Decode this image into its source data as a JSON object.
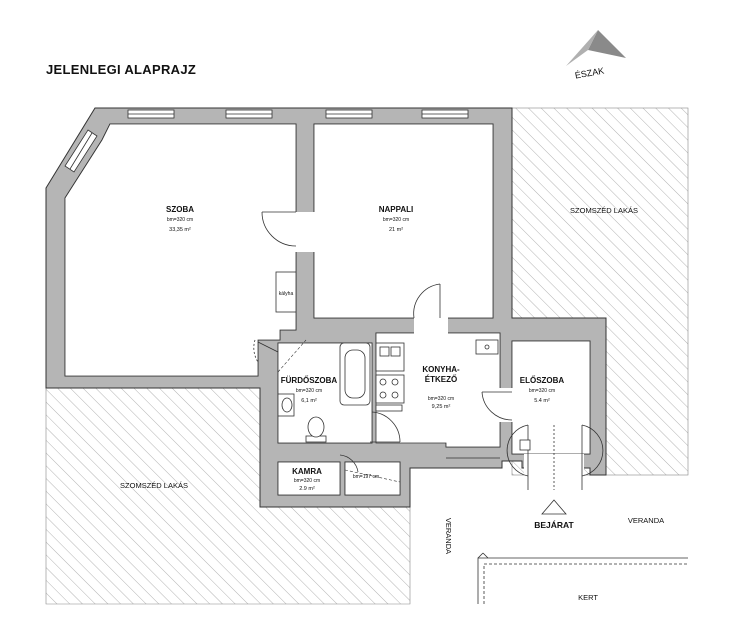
{
  "title": "JELENLEGI ALAPRAJZ",
  "north_label": "ÉSZAK",
  "rooms": {
    "szoba": {
      "name": "SZOBA",
      "height": "bm=320 cm",
      "area": "33,35 m²"
    },
    "nappali": {
      "name": "NAPPALI",
      "height": "bm=320 cm",
      "area": "21 m²"
    },
    "furdoszoba": {
      "name": "FÜRDŐSZOBA",
      "height": "bm=320 cm",
      "area": "6,1 m²"
    },
    "konyha": {
      "name_line1": "KONYHA-",
      "name_line2": "ÉTKEZŐ",
      "height": "bm=320 cm",
      "area": "9,25 m²"
    },
    "eloszoba": {
      "name": "ELŐSZOBA",
      "height": "bm=320 cm",
      "area": "5.4 m²"
    },
    "kamra": {
      "name": "KAMRA",
      "height": "bm=320 cm",
      "area": "2.9 m²"
    }
  },
  "kalyha_label": "kályha",
  "bm197_label": "bm=197 cm",
  "neighbor_top": "SZOMSZÉD LAKÁS",
  "neighbor_bottom": "SZOMSZÉD LAKÁS",
  "entrance_label": "BEJÁRAT",
  "veranda_vertical": "VERANDA",
  "veranda_horizontal": "VERANDA",
  "kert_label": "KERT",
  "colors": {
    "wall": "#b5b5b5",
    "wall_outline": "#333333",
    "hatch": "#9a9a9a"
  }
}
